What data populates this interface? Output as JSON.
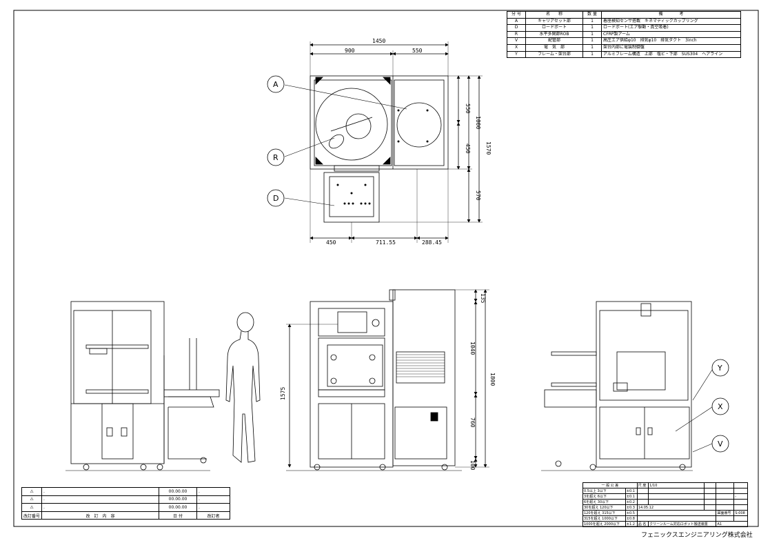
{
  "parts_table": {
    "headers": {
      "code": "分 号",
      "name": "名　　称",
      "qty": "数 量",
      "remarks": "備　　　　考"
    },
    "rows": [
      {
        "code": "A",
        "name": "キャリアセット部",
        "qty": "1",
        "remarks": "着座検知センサ搭載　キネマティックカップリング"
      },
      {
        "code": "D",
        "name": "ロードポート",
        "qty": "1",
        "remarks": "ロードポート(エア駆動・真空吸着)"
      },
      {
        "code": "R",
        "name": "水平多関節ROB",
        "qty": "1",
        "remarks": "CFRP製アーム"
      },
      {
        "code": "V",
        "name": "配管部",
        "qty": "1",
        "remarks": "高圧エア供給φ10　排気φ10　排気ダクト　3inch"
      },
      {
        "code": "X",
        "name": "電　気　部",
        "qty": "1",
        "remarks": "架台内部に電装制御盤"
      },
      {
        "code": "Y",
        "name": "フレーム・架台部",
        "qty": "1",
        "remarks": "アルミフレーム構造　上部　塩ビ・下部　SUS304　ヘアライン"
      }
    ]
  },
  "dimensions": {
    "top_overall": "1450",
    "top_left": "900",
    "top_right": "550",
    "right_550": "550",
    "right_450": "450",
    "right_1000": "1000",
    "right_1570": "1570",
    "right_570": "570",
    "bottom_450": "450",
    "bottom_711": "711.55",
    "bottom_288": "288.45",
    "front_135": "135",
    "front_1040": "1040",
    "front_1800": "1800",
    "front_760": "760",
    "front_100": "100",
    "front_1575": "1575"
  },
  "callouts": {
    "A": "A",
    "R": "R",
    "D": "D",
    "Y": "Y",
    "X": "X",
    "V": "V"
  },
  "revision_table": {
    "rows": [
      {
        "mark": "⚠",
        "content": ".",
        "date": "00.00.00",
        "stamp": "."
      },
      {
        "mark": "⚠",
        "content": ".",
        "date": "00.00.00",
        "stamp": "."
      },
      {
        "mark": "⚠",
        "content": ".",
        "date": "00.00.00",
        "stamp": "."
      }
    ],
    "footer": {
      "mark": "改訂番号",
      "content": "改　訂　内　容",
      "date": "日 付",
      "stamp": "改訂者"
    }
  },
  "title_block": {
    "tolerance_header": "一 般 公 差",
    "tolerances": [
      [
        "0.5以上 3以下",
        "±0.1"
      ],
      [
        "3を超え 6以下",
        "±0.1"
      ],
      [
        "6を超え 30以下",
        "±0.2"
      ],
      [
        "30を超え 120以下",
        "±0.3"
      ],
      [
        "120を超え 315以下",
        "±0.5"
      ],
      [
        "315を超え 1000以下",
        "±0.8"
      ],
      [
        "1000を超え 2000以下",
        "±1.2"
      ]
    ],
    "scale_label": "尺 度",
    "scale_value": "1/10",
    "date": "14.05.12",
    "sheet_no_label": "図面番号",
    "sheet_no": "S-008",
    "size": "A1",
    "product_label": "品 名",
    "product_value": "クリーンルーム対応ロボット搬送装置",
    "dash": "-"
  },
  "company": "フェニックスエンジニアリング株式会社"
}
